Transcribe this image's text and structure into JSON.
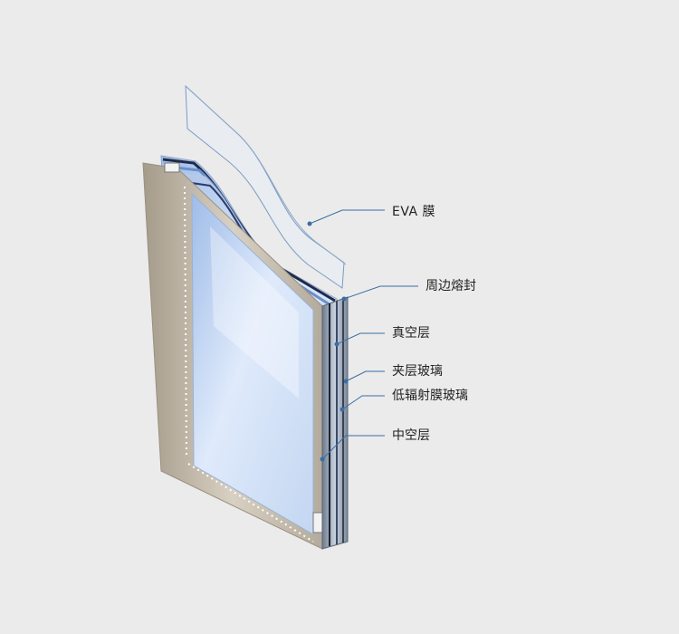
{
  "diagram": {
    "labels": {
      "eva_film": "EVA 膜",
      "edge_seal": "周边熔封",
      "vacuum_layer": "真空层",
      "laminated_glass": "夹层玻璃",
      "low_e_glass": "低辐射膜玻璃",
      "hollow_layer": "中空层"
    },
    "colors": {
      "background": "#ebebeb",
      "callout_line": "#3a6ea5",
      "frame": "#c9c0b0",
      "glass": "#bcd4f4",
      "label_text": "#222222"
    }
  }
}
